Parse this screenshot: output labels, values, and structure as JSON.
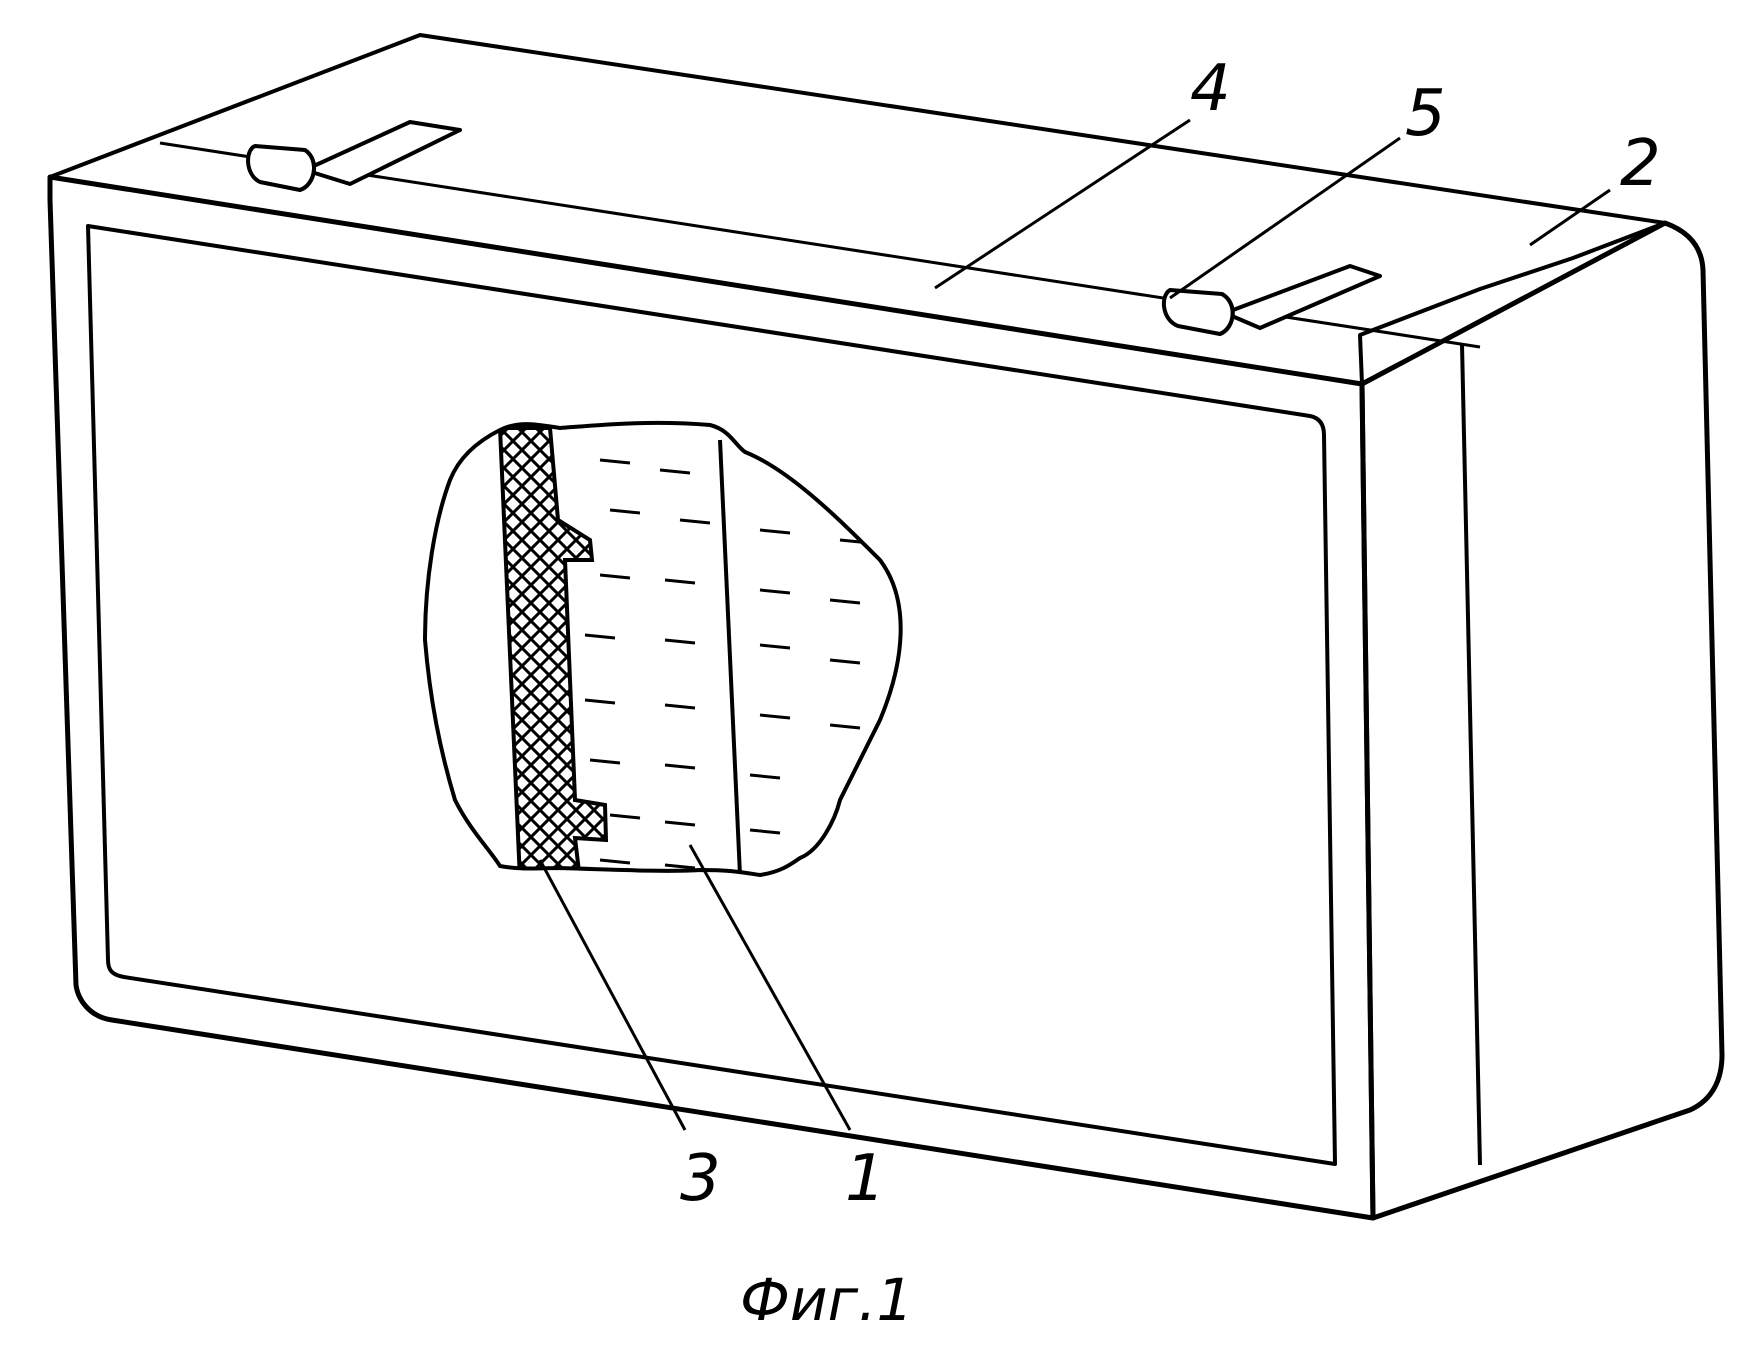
{
  "figure": {
    "caption": "Фиг.1",
    "callouts": [
      {
        "id": "1",
        "label": "1"
      },
      {
        "id": "2",
        "label": "2"
      },
      {
        "id": "3",
        "label": "3"
      },
      {
        "id": "4",
        "label": "4"
      },
      {
        "id": "5",
        "label": "5"
      }
    ]
  },
  "colors": {
    "ink": "#000000",
    "paper": "#ffffff"
  }
}
